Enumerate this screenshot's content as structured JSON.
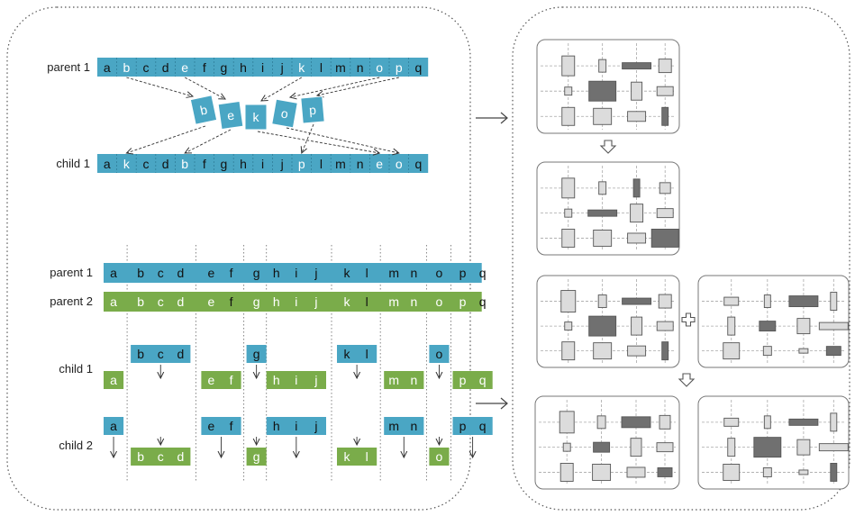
{
  "colors": {
    "blue": "#4aa6c4",
    "green": "#7aac4a",
    "dark_cell": "#707070",
    "light_cell": "#dcdcdc",
    "border": "#777777",
    "grid": "#a8a8a8",
    "text_dark": "#111111",
    "text_light": "#ffffff"
  },
  "letters": [
    "a",
    "b",
    "c",
    "d",
    "e",
    "f",
    "g",
    "h",
    "i",
    "j",
    "k",
    "l",
    "m",
    "n",
    "o",
    "p",
    "q"
  ],
  "top": {
    "parent_label": "parent 1",
    "child_label": "child 1",
    "parent_highlight": [
      "b",
      "e",
      "k",
      "o",
      "p"
    ],
    "selected_tiles": [
      "b",
      "e",
      "k",
      "o",
      "p"
    ],
    "child_sequence": [
      "a",
      "k",
      "c",
      "d",
      "b",
      "f",
      "g",
      "h",
      "i",
      "j",
      "p",
      "l",
      "m",
      "n",
      "e",
      "o",
      "q"
    ],
    "child_highlight": [
      "k",
      "b",
      "p",
      "e",
      "o"
    ]
  },
  "bottom": {
    "parent1_label": "parent 1",
    "parent2_label": "parent 2",
    "child1_label": "child 1",
    "child2_label": "child 2",
    "segments": [
      [
        "a"
      ],
      [
        "b",
        "c",
        "d"
      ],
      [
        "e",
        "f"
      ],
      [
        "g"
      ],
      [
        "h",
        "i",
        "j"
      ],
      [
        "k",
        "l"
      ],
      [
        "m",
        "n"
      ],
      [
        "o"
      ],
      [
        "p",
        "q"
      ]
    ]
  },
  "icons": {
    "arrow_to_layouts_top": "right-arrow-icon",
    "arrow_to_layouts_bottom": "right-arrow-icon",
    "down_arrows": "hollow-down-arrow-icon",
    "combine": "hollow-plus-icon"
  }
}
